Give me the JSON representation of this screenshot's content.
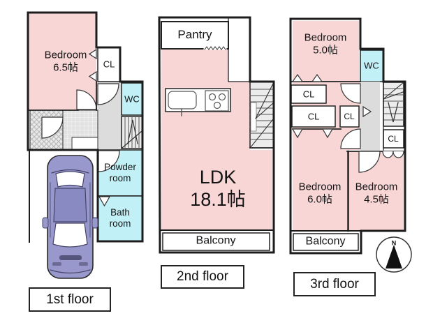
{
  "floors": [
    {
      "label": "1st floor",
      "rooms": {
        "bedroom": "Bedroom\n6.5帖",
        "closet": "CL",
        "toilet": "WC",
        "powder_room": "Powder\nroom",
        "bath_room": "Bath\nroom"
      }
    },
    {
      "label": "2nd floor",
      "rooms": {
        "pantry": "Pantry",
        "ldk": "LDK\n18.1帖",
        "balcony": "Balcony"
      }
    },
    {
      "label": "3rd floor",
      "rooms": {
        "bedroom_5": "Bedroom\n5.0帖",
        "toilet": "WC",
        "closet_1": "CL",
        "closet_2": "CL",
        "closet_3": "CL",
        "closet_4": "CL",
        "bedroom_6": "Bedroom\n6.0帖",
        "bedroom_45": "Bedroom\n4.5帖",
        "balcony": "Balcony"
      }
    }
  ],
  "compass": {
    "north": "N"
  },
  "colors": {
    "room_pink": "#f8d6d6",
    "wet_area_cyan": "#c2f0f7",
    "hallway_gray": "#dcdcdc",
    "car_body_purple": "#9898cc",
    "wall": "#222222"
  }
}
